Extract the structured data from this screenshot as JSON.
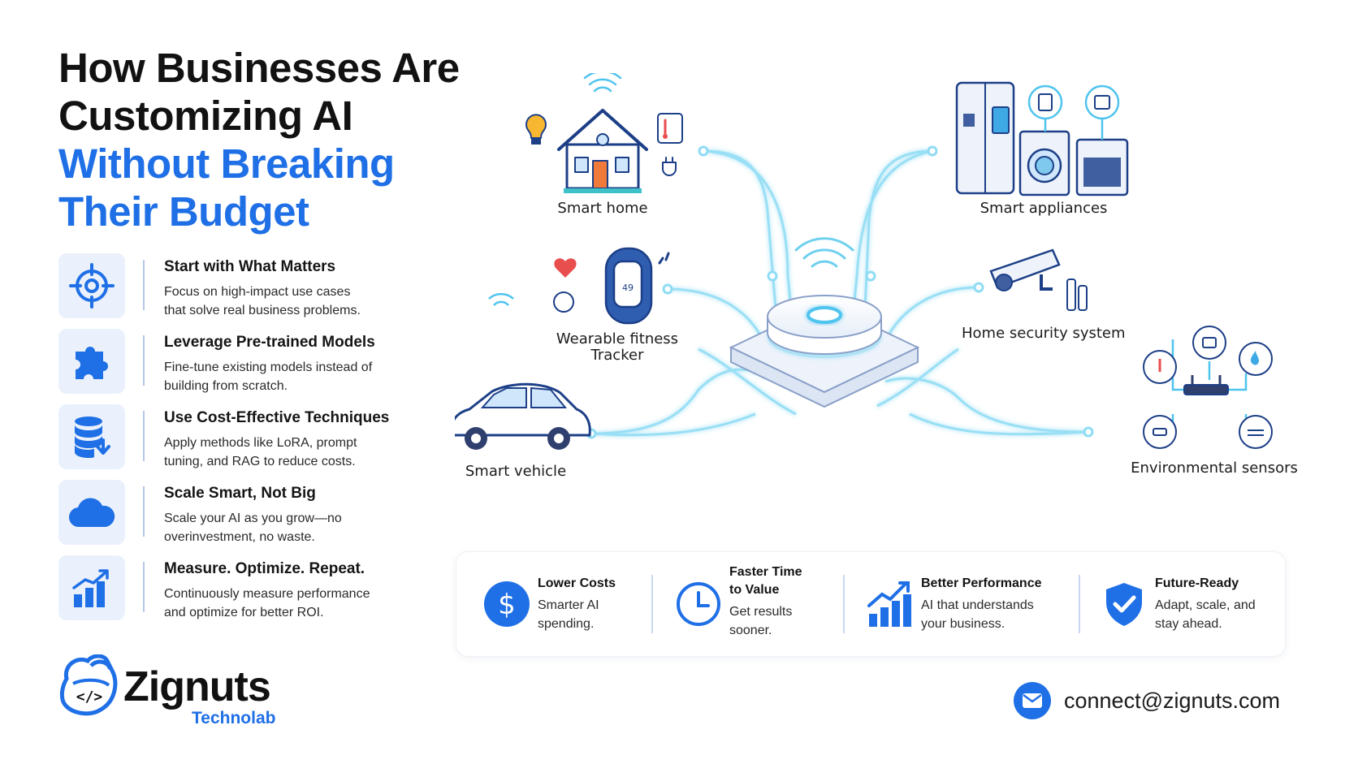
{
  "title": {
    "line1": "How Businesses Are",
    "line2": "Customizing AI",
    "line3": "Without Breaking",
    "line4": "Their Budget"
  },
  "strategies": [
    {
      "icon": "target-icon",
      "heading": "Start with What Matters",
      "line1": "Focus on high-impact use cases",
      "line2": "that solve real business problems."
    },
    {
      "icon": "puzzle-icon",
      "heading": "Leverage Pre-trained Models",
      "line1": "Fine-tune existing models instead of",
      "line2": "building from scratch."
    },
    {
      "icon": "database-download-icon",
      "heading": "Use Cost-Effective Techniques",
      "line1": "Apply methods like LoRA, prompt",
      "line2": "tuning, and RAG to reduce costs."
    },
    {
      "icon": "cloud-icon",
      "heading": "Scale Smart, Not Big",
      "line1": "Scale your AI as you grow—no",
      "line2": "overinvestment, no waste."
    },
    {
      "icon": "bar-chart-icon",
      "heading": "Measure. Optimize. Repeat.",
      "line1": "Continuously measure performance",
      "line2": "and optimize for better ROI."
    }
  ],
  "diagram": {
    "hub_icon": "smart-hub-icon",
    "nodes": [
      {
        "icon": "smart-home-icon",
        "label": "Smart home"
      },
      {
        "icon": "smart-appliances-icon",
        "label": "Smart appliances"
      },
      {
        "icon": "fitness-tracker-icon",
        "label_line1": "Wearable fitness",
        "label_line2": "Tracker"
      },
      {
        "icon": "security-camera-icon",
        "label": "Home security system"
      },
      {
        "icon": "car-icon",
        "label": "Smart vehicle"
      },
      {
        "icon": "sensor-network-icon",
        "label": "Environmental sensors"
      }
    ],
    "tracker_reading": "49"
  },
  "benefits": [
    {
      "icon": "dollar-icon",
      "title": "Lower Costs",
      "line1": "Smarter AI",
      "line2": "spending."
    },
    {
      "icon": "clock-icon",
      "title_line1": "Faster Time",
      "title_line2": "to Value",
      "line1": "Get results",
      "line2": "sooner."
    },
    {
      "icon": "growth-chart-icon",
      "title": "Better Performance",
      "line1": "AI that understands",
      "line2": "your business."
    },
    {
      "icon": "shield-check-icon",
      "title": "Future-Ready",
      "line1": "Adapt, scale, and",
      "line2": "stay ahead."
    }
  ],
  "brand": {
    "name": "Zignuts",
    "sub": "Technolab",
    "icon": "code-badge-icon"
  },
  "contact": {
    "email": "connect@zignuts.com",
    "icon": "mail-icon"
  },
  "colors": {
    "accent": "#1f6fe6",
    "glow": "#7fd6f2",
    "tile": "#eaf1fc",
    "text": "#141414"
  }
}
